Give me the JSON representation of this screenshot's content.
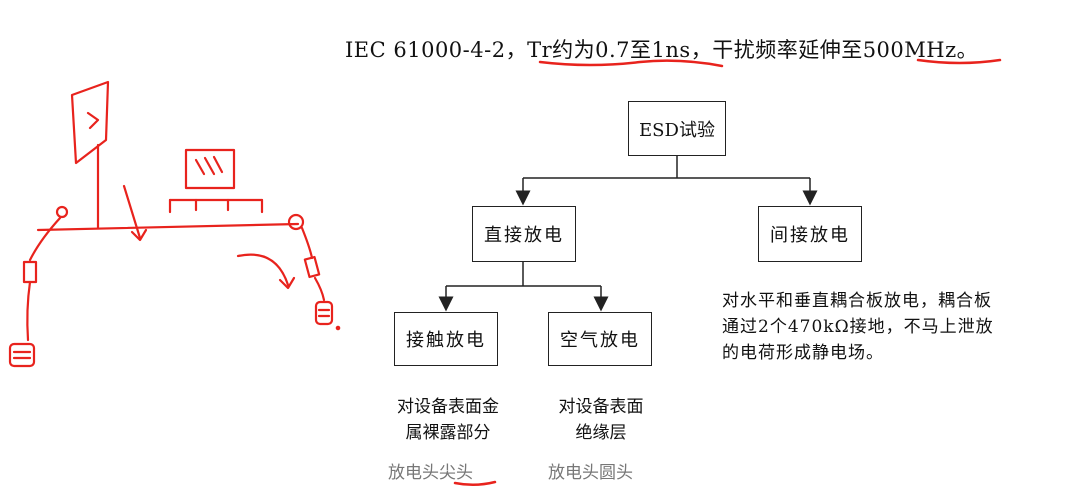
{
  "header": {
    "text": "IEC 61000-4-2，Tr约为0.7至1ns，干扰频率延伸至500MHz。"
  },
  "tree": {
    "root": "ESD试验",
    "direct": "直接放电",
    "indirect": "间接放电",
    "contact": "接触放电",
    "air": "空气放电"
  },
  "descriptions": {
    "contact_line1": "对设备表面金",
    "contact_line2": "属裸露部分",
    "air_line1": "对设备表面",
    "air_line2": "绝缘层",
    "indirect_line1": "对水平和垂直耦合板放电，耦合板",
    "indirect_line2": "通过2个470kΩ接地，不马上泄放",
    "indirect_line3": "的电荷形成静电场。"
  },
  "tips": {
    "contact": "放电头尖头",
    "air": "放电头圆头"
  },
  "colors": {
    "annotation": "#e8231d",
    "ink": "#222222",
    "muted": "#777777"
  }
}
